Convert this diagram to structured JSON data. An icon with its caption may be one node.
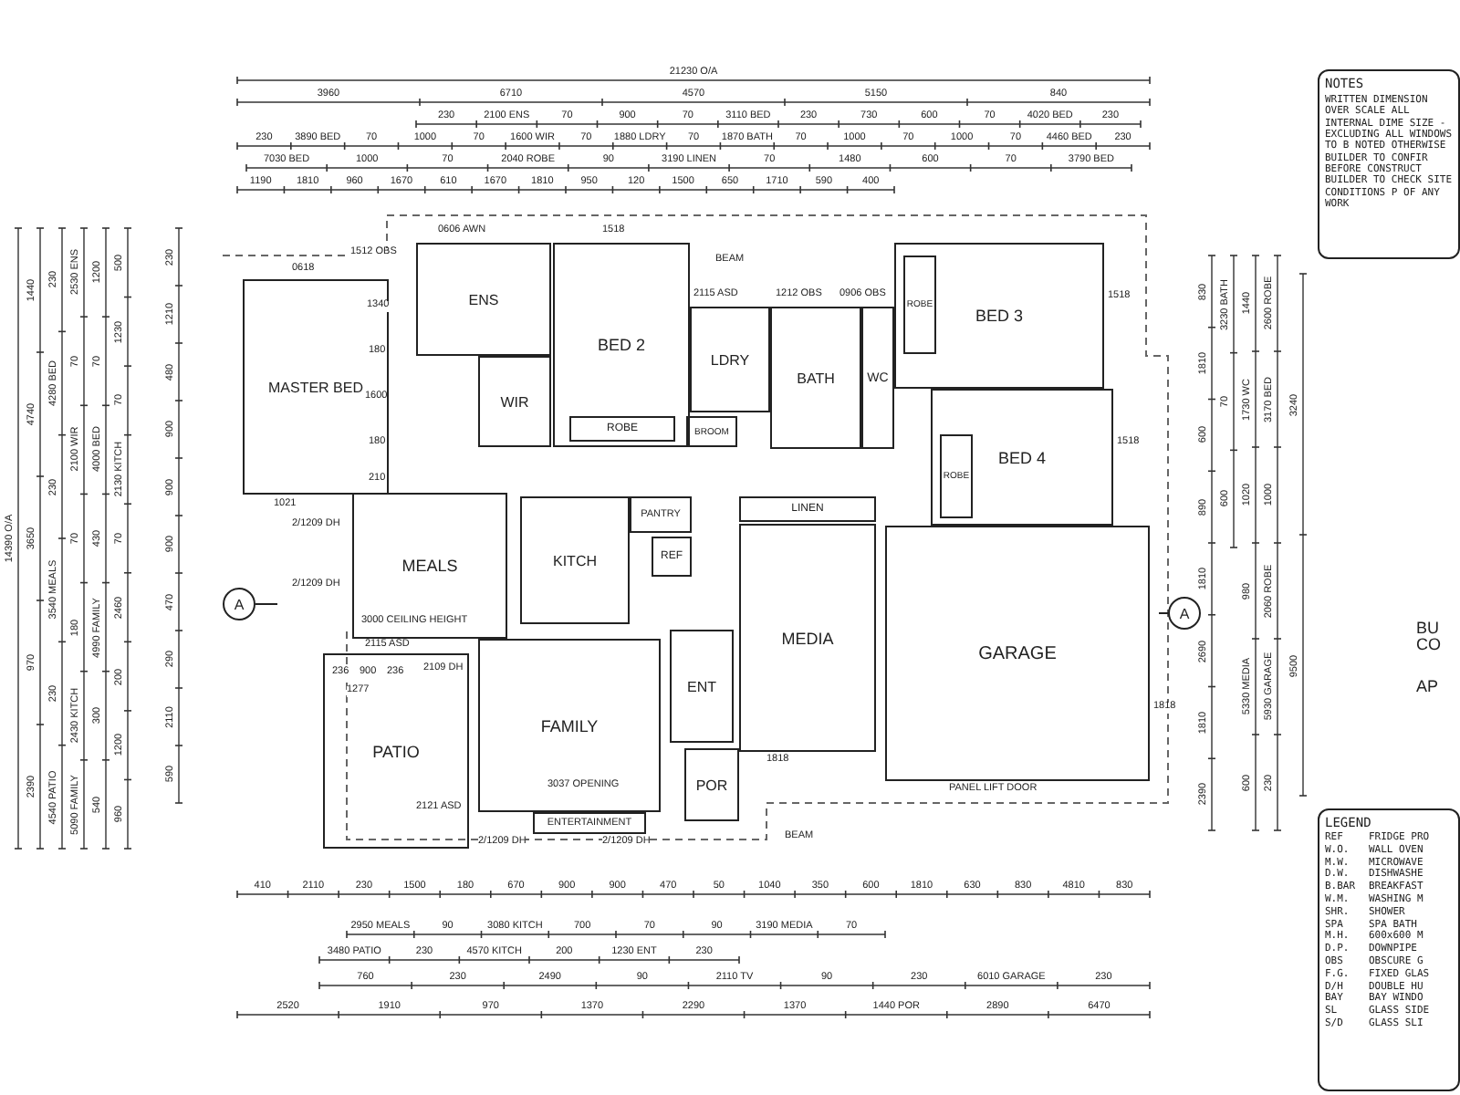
{
  "diagram": {
    "nodes": [
      {
        "text": [
          "MASTER BED"
        ]
      },
      {
        "text": [
          "ENS"
        ]
      },
      {
        "text": [
          "WIR"
        ]
      },
      {
        "text": [
          "BED 2"
        ]
      },
      {
        "text": [
          "ROBE"
        ],
        "in": 3
      },
      {
        "text": [
          "BROOM"
        ]
      },
      {
        "text": [
          "LDRY"
        ]
      },
      {
        "text": [
          "BATH"
        ]
      },
      {
        "text": [
          "WC"
        ]
      },
      {
        "text": [
          "BED 3"
        ]
      },
      {
        "text": [
          "ROBE"
        ],
        "in": 9
      },
      {
        "text": [
          "BED 4"
        ]
      },
      {
        "text": [
          "ROBE"
        ],
        "in": 11
      },
      {
        "text": [
          "MEALS"
        ]
      },
      {
        "text": [
          "KITCH"
        ]
      },
      {
        "text": [
          "PANTRY"
        ]
      },
      {
        "text": [
          "REF"
        ]
      },
      {
        "text": [
          "LINEN"
        ]
      },
      {
        "text": [
          "MEDIA"
        ]
      },
      {
        "text": [
          "FAMILY"
        ]
      },
      {
        "text": [
          "ENT"
        ]
      },
      {
        "text": [
          "POR"
        ]
      },
      {
        "text": [
          "PATIO"
        ]
      },
      {
        "text": [
          "ENTERTAINMENT"
        ]
      },
      {
        "text": [
          "GARAGE"
        ]
      },
      {
        "text": [
          "A"
        ]
      },
      {
        "text": [
          "A"
        ]
      },
      {
        "text": [
          "NOTES",
          "WRITTEN DIMENSION OVER SCALE ALL INTERNAL DIME SIZE - EXCLUDING ALL WINDOWS TO B NOTED OTHERWISE BUILDER TO CONFIR BEFORE CONSTRUCT BUILDER TO CHECK SITE CONDITIONS P OF ANY WORK"
        ]
      },
      {
        "text": [
          "LEGEND",
          "REF",
          "FRIDGE PRO",
          "W.O.",
          "WALL OVEN",
          "M.W.",
          "MICROWAVE",
          "D.W.",
          "DISHWASHE",
          "B.BAR",
          "BREAKFAST",
          "W.M.",
          "WASHING M",
          "SHR.",
          "SHOWER",
          "SPA",
          "SPA BATH",
          "M.H.",
          "600x600 M",
          "D.P.",
          "DOWNPIPE",
          "OBS",
          "OBSCURE G",
          "F.G.",
          "FIXED GLAS",
          "D/H",
          "DOUBLE HU",
          "BAY",
          "BAY WINDO",
          "SL",
          "GLASS SIDE",
          "S/D",
          "GLASS SLI"
        ]
      }
    ],
    "labels": [
      "BEAM",
      "BEAM",
      "PANEL LIFT DOOR",
      "3000 CEILING HEIGHT",
      "3037 OPENING",
      "0618",
      "0606 AWN",
      "1518",
      "1512 OBS",
      "2115 ASD",
      "1212 OBS",
      "0906 OBS",
      "1518",
      "1518",
      "1818",
      "1818",
      "1021",
      "2/1209 DH",
      "2/1209 DH",
      "2115 ASD",
      "2109 DH",
      "2121 ASD",
      "2/1209 DH",
      "2/1209 DH",
      "1340",
      "180",
      "1600",
      "180",
      "210",
      "236",
      "900",
      "236",
      "1277",
      "BU CO",
      "AP",
      "21230 O/A",
      "3960",
      "6710",
      "4570",
      "5150",
      "840",
      "230",
      "2100 ENS",
      "70",
      "900",
      "70",
      "3110 BED",
      "230",
      "730",
      "600",
      "70",
      "4020 BED",
      "230",
      "230",
      "3890 BED",
      "70",
      "1000",
      "70",
      "1600 WIR",
      "70",
      "1880 LDRY",
      "70",
      "1870 BATH",
      "70",
      "1000",
      "70",
      "1000",
      "70",
      "4460 BED",
      "230",
      "7030 BED",
      "1000",
      "70",
      "2040 ROBE",
      "90",
      "3190 LINEN",
      "70",
      "1480",
      "600",
      "70",
      "3790 BED",
      "1190",
      "1810",
      "960",
      "1670",
      "610",
      "1670",
      "1810",
      "950",
      "120",
      "1500",
      "650",
      "1710",
      "590",
      "400",
      "410",
      "2110",
      "230",
      "1500",
      "180",
      "670",
      "900",
      "900",
      "470",
      "50",
      "1040",
      "350",
      "600",
      "1810",
      "630",
      "830",
      "4810",
      "830",
      "2950 MEALS",
      "90",
      "3080 KITCH",
      "700",
      "70",
      "90",
      "3190 MEDIA",
      "70",
      "3480 PATIO",
      "230",
      "4570 KITCH",
      "200",
      "1230 ENT",
      "230",
      "760",
      "230",
      "2490",
      "90",
      "2110 TV",
      "90",
      "230",
      "6010 GARAGE",
      "230",
      "2520",
      "1910",
      "970",
      "1370",
      "2290",
      "1370",
      "1440 POR",
      "2890",
      "6470",
      "14390 O/A",
      "1440",
      "4740",
      "3650",
      "970",
      "2390",
      "230",
      "4280 BED",
      "230",
      "3540 MEALS",
      "230",
      "4540 PATIO",
      "2530 ENS",
      "70",
      "2100 WIR",
      "70",
      "180",
      "2430 KITCH",
      "5090 FAMILY",
      "1200",
      "70",
      "4000 BED",
      "430",
      "4990 FAMILY",
      "300",
      "540",
      "500",
      "1230",
      "70",
      "2130 KITCH",
      "70",
      "2460",
      "200",
      "1200",
      "960",
      "230",
      "1210",
      "480",
      "900",
      "900",
      "900",
      "470",
      "290",
      "2110",
      "590",
      "830",
      "1810",
      "600",
      "890",
      "1810",
      "2690",
      "1810",
      "2390",
      "3230 BATH",
      "70",
      "600",
      "1440",
      "1730 WC",
      "1020",
      "980",
      "5330 MEDIA",
      "600",
      "2600 ROBE",
      "3170 BED",
      "1000",
      "2060 ROBE",
      "5930 GARAGE",
      "230",
      "3240",
      "9500"
    ]
  }
}
